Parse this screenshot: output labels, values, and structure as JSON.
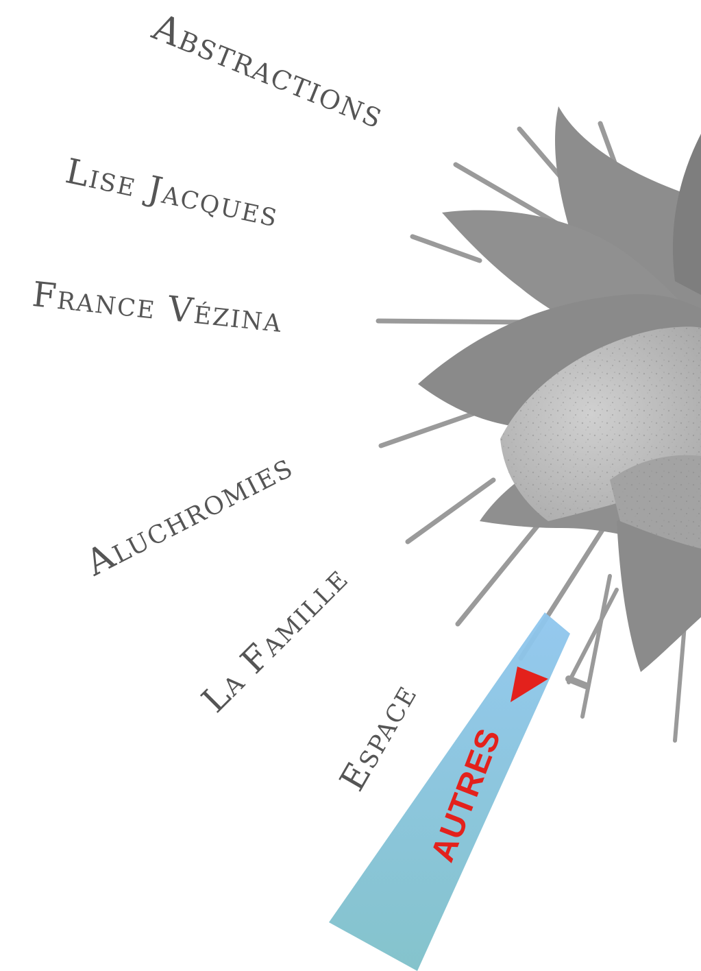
{
  "menu": {
    "items": [
      {
        "label": "Abstractions"
      },
      {
        "label": "Lise Jacques"
      },
      {
        "label": "France Vézina"
      },
      {
        "label": "Aluchromies"
      },
      {
        "label": "La Famille"
      },
      {
        "label": "Espace"
      },
      {
        "label": "AUTRES",
        "active": true
      }
    ]
  },
  "colors": {
    "label_text": "#555555",
    "active_text": "#e3211c",
    "active_beam_top": "#8fc6ee",
    "active_beam_bottom": "#7ec0c9",
    "petal_dark": "#8f8f8f",
    "petal_light": "#bdbdbd",
    "rays": "#9a9a9a"
  },
  "icons": {
    "active_marker": "red-triangle-pointer-icon"
  }
}
